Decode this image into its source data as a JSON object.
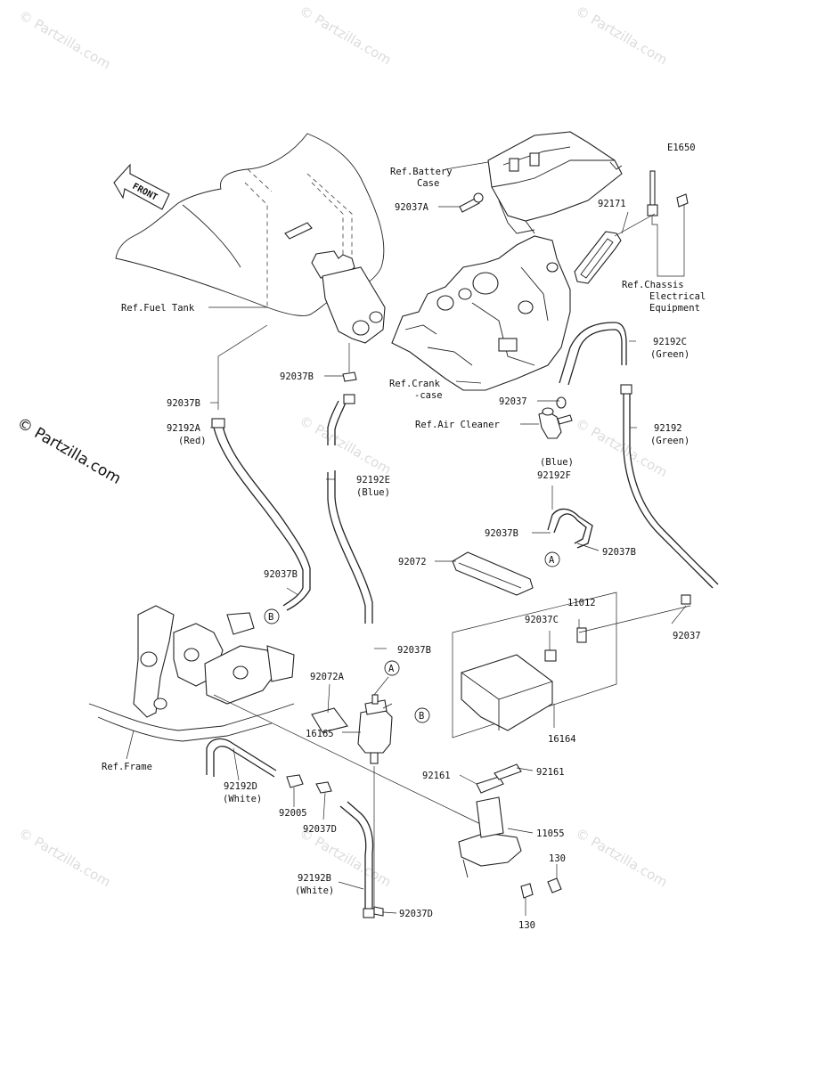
{
  "diagram_code": "E1650",
  "credit": "© Partzilla.com",
  "watermark": "© Partzilla.com",
  "front_arrow": "FRONT",
  "callouts": {
    "a": "A",
    "b": "B"
  },
  "labels": {
    "ref_battery_case": [
      "Ref.Battery",
      "Case"
    ],
    "p92037A": "92037A",
    "p92171": "92171",
    "ref_chassis": [
      "Ref.Chassis",
      "Electrical",
      "Equipment"
    ],
    "ref_fuel_tank": "Ref.Fuel Tank",
    "p92037B_left": "92037B",
    "p92037B_center": "92037B",
    "p92192C": [
      "92192C",
      "(Green)"
    ],
    "ref_crankcase": [
      "Ref.Crank",
      "-case"
    ],
    "p92037_upper": "92037",
    "ref_air_cleaner": "Ref.Air Cleaner",
    "p92192": [
      "92192",
      "(Green)"
    ],
    "p92192A": [
      "92192A",
      "(Red)"
    ],
    "p92192E": [
      "92192E",
      "(Blue)"
    ],
    "p92192F": [
      "(Blue)",
      "92192F"
    ],
    "p92037B_f_left": "92037B",
    "p92037B_f_right": "92037B",
    "p92072": "92072",
    "p92037B_lower_left": "92037B",
    "p11012": "11012",
    "p92037C": "92037C",
    "p92037_right": "92037",
    "p92037B_mid": "92037B",
    "p92072A": "92072A",
    "p16165": "16165",
    "p16164": "16164",
    "p92161_left": "92161",
    "p92161_right": "92161",
    "ref_frame": "Ref.Frame",
    "p92192D": [
      "92192D",
      "(White)"
    ],
    "p92005": "92005",
    "p92037D_upper": "92037D",
    "p11055": "11055",
    "p130_upper": "130",
    "p130_lower": "130",
    "p92192B": [
      "92192B",
      "(White)"
    ],
    "p92037D_lower": "92037D"
  }
}
